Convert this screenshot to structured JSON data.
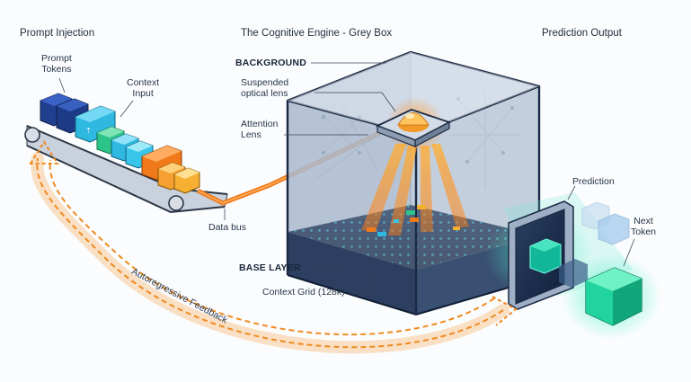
{
  "sections": {
    "prompt_injection": "Prompt Injection",
    "cognitive_engine": "The Cognitive Engine - Grey Box",
    "prediction_output": "Prediction Output"
  },
  "labels": {
    "prompt_tokens": "Prompt\nTokens",
    "context_input": "Context\nInput",
    "background": "BACKGROUND",
    "suspended_lens": "Suspended\noptical lens",
    "attention_lens": "Attention\nLens",
    "data_bus": "Data bus",
    "base_layer": "BASE LAYER",
    "context_grid": "Context Grid (128k)",
    "prediction": "Prediction",
    "next_token": "Next\nToken",
    "feedback": "Autoregressive Feedback"
  },
  "colors": {
    "navy": "#1f3f8f",
    "cyan": "#2fb8e0",
    "green": "#2dc489",
    "orange": "#f07a1a",
    "yellow": "#f5b031",
    "teal_glow": "#2de3b8",
    "cube_dark": "#1e2f4d"
  }
}
